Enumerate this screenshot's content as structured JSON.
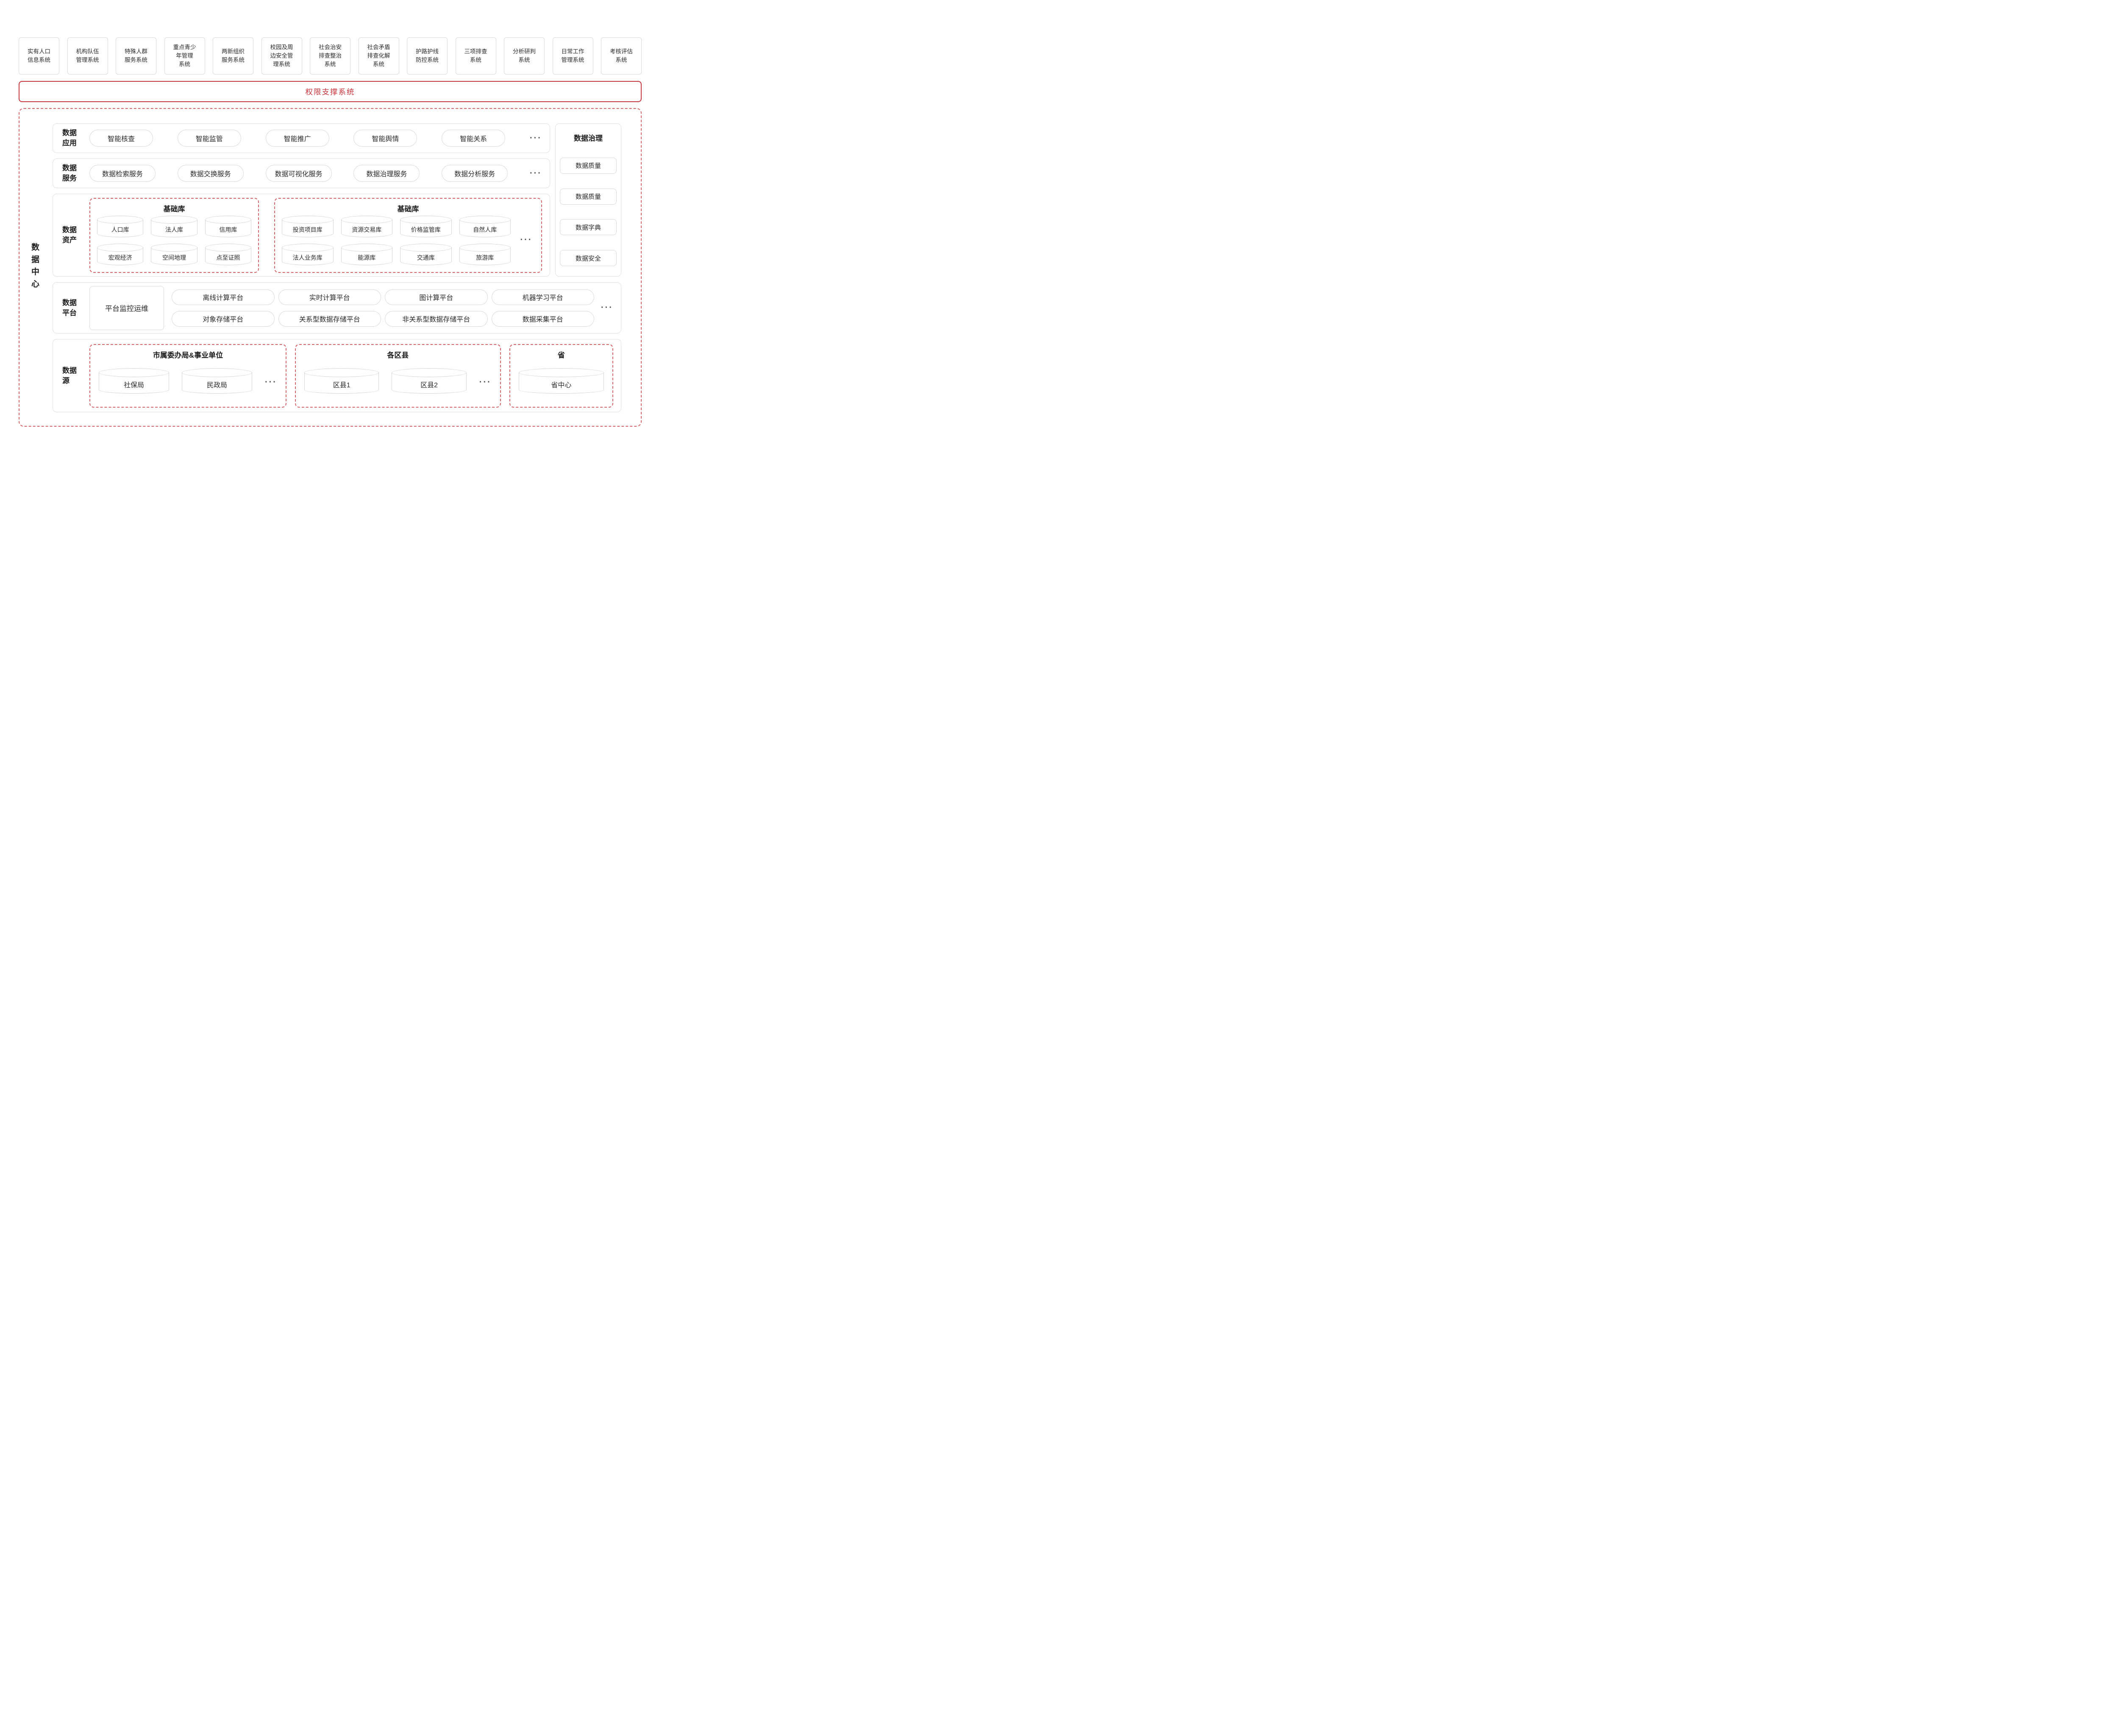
{
  "colors": {
    "accent": "#c9363d",
    "dash": "#d5666b",
    "border": "#d9d9d9"
  },
  "top_systems": [
    "实有人口\n信息系统",
    "机构队伍\n管理系统",
    "特殊人群\n服务系统",
    "重点青少\n年管理\n系统",
    "两新组织\n服务系统",
    "校园及周\n边安全管\n理系统",
    "社会治安\n排查整治\n系统",
    "社会矛盾\n排查化解\n系统",
    "护路护线\n防控系统",
    "三项排查\n系统",
    "分析研判\n系统",
    "日常工作\n管理系统",
    "考核评估\n系统"
  ],
  "auth_bar": "权限支撑系统",
  "data_center": {
    "label": "数据中心",
    "app_row": {
      "label": "数据\n应用",
      "items": [
        "智能核查",
        "智能监管",
        "智能推广",
        "智能舆情",
        "智能关系"
      ],
      "more": "···"
    },
    "service_row": {
      "label": "数据\n服务",
      "items": [
        "数据检索服务",
        "数据交换服务",
        "数据可视化服务",
        "数据治理服务",
        "数据分析服务"
      ],
      "more": "···"
    },
    "governance": {
      "title": "数据治理",
      "items": [
        "数据质量",
        "数据质量",
        "数据字典",
        "数据安全"
      ]
    },
    "asset_row": {
      "label": "数据\n资产",
      "group1": {
        "title": "基础库",
        "row1": [
          "人口库",
          "法人库",
          "信用库"
        ],
        "row2": [
          "宏观经济",
          "空间地理",
          "点至证照"
        ]
      },
      "group2": {
        "title": "基础库",
        "row1": [
          "投资项目库",
          "资源交易库",
          "价格监管库",
          "自然人库"
        ],
        "row2": [
          "法人业务库",
          "能源库",
          "交通库",
          "旅游库"
        ],
        "more": "···"
      }
    },
    "platform_row": {
      "label": "数据\n平台",
      "monitor": "平台监控运维",
      "row1": [
        "离线计算平台",
        "实时计算平台",
        "图计算平台",
        "机器学习平台"
      ],
      "row2": [
        "对象存储平台",
        "关系型数据存储平台",
        "非关系型数据存储平台",
        "数据采集平台"
      ],
      "more": "···"
    },
    "source_row": {
      "label": "数据\n源",
      "group1": {
        "title": "市属委办局&事业单位",
        "items": [
          "社保局",
          "民政局"
        ],
        "more": "···"
      },
      "group2": {
        "title": "各区县",
        "items": [
          "区县1",
          "区县2"
        ],
        "more": "···"
      },
      "group3": {
        "title": "省",
        "items": [
          "省中心"
        ]
      }
    }
  }
}
